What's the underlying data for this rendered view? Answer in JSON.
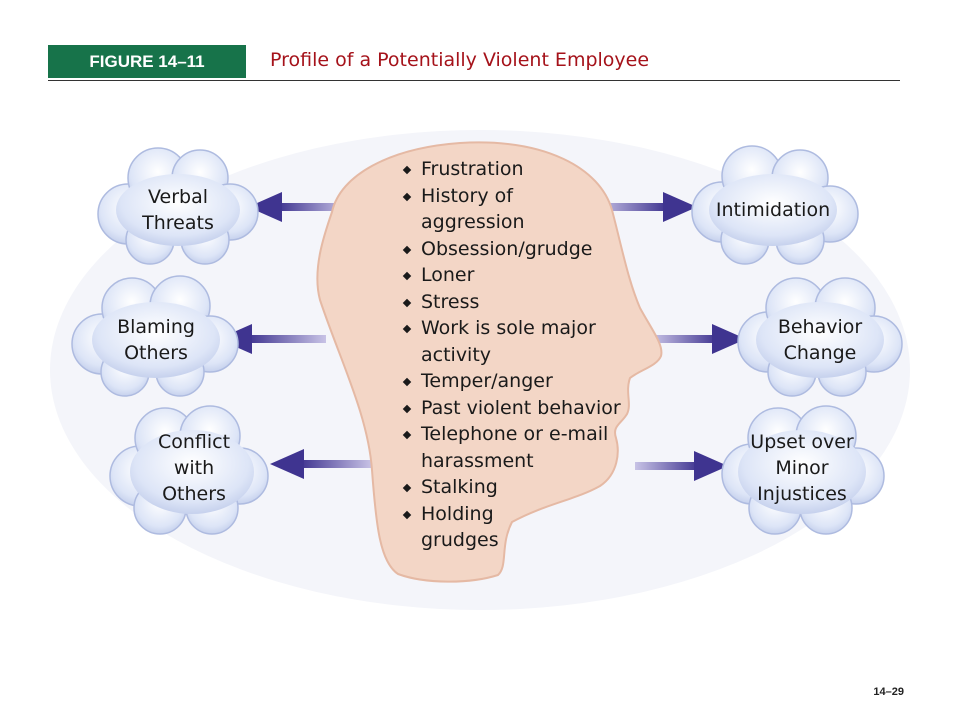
{
  "header": {
    "figure_label": "FIGURE 14–11",
    "title": "Profile of a Potentially Violent Employee"
  },
  "head": {
    "traits": [
      "Frustration",
      "History of\naggression",
      "Obsession/grudge",
      "Loner",
      "Stress",
      "Work is sole major\nactivity",
      "Temper/anger",
      "Past violent behavior",
      "Telephone or e-mail\nharassment",
      "Stalking",
      "Holding\ngrudges"
    ]
  },
  "clouds": {
    "left": [
      "Verbal\nThreats",
      "Blaming\nOthers",
      "Conflict\nwith\nOthers"
    ],
    "right": [
      "Intimidation",
      "Behavior\nChange",
      "Upset over\nMinor\nInjustices"
    ]
  },
  "footer": {
    "page_number": "14–29"
  },
  "colors": {
    "figure_label_bg": "#17734a",
    "title": "#a5121a",
    "head_fill": "#f3d6c6",
    "cloud_fill": "#dde5f7",
    "arrow": "#4c3f99"
  }
}
